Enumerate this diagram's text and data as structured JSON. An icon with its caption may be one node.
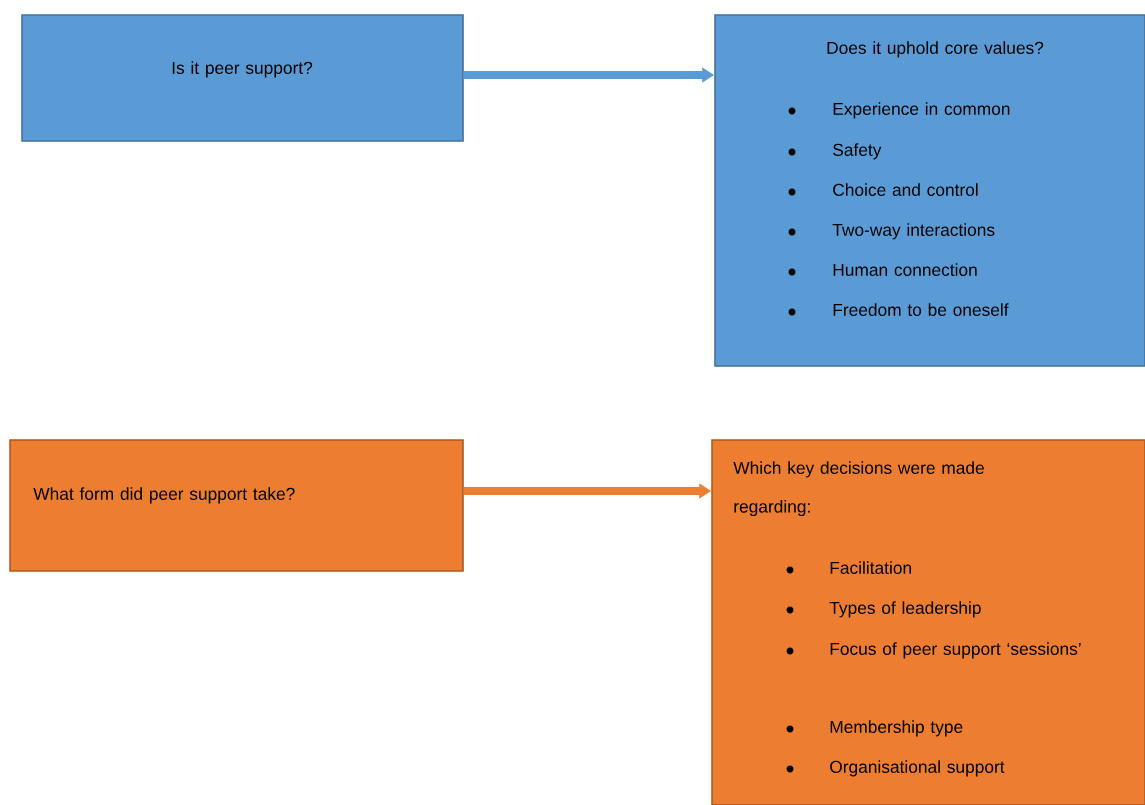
{
  "diagram": {
    "nodes": [
      {
        "text": [
          "Is it peer support?"
        ]
      },
      {
        "text": [
          "Does it uphold core values?",
          "Experience in common",
          "Safety",
          "Choice and control",
          "Two-way interactions",
          "Human connection",
          "Freedom to be oneself"
        ]
      },
      {
        "text": [
          "What form did peer support take?"
        ]
      },
      {
        "text": [
          "Which key decisions were made regarding:",
          "Facilitation",
          "Types of leadership",
          "Focus of peer support ‘sessions’",
          "Membership type",
          "Organisational support"
        ]
      }
    ],
    "edges": [
      {
        "from": 0,
        "to": 1,
        "arrow": "to",
        "color": "#5b9bd5"
      },
      {
        "from": 2,
        "to": 3,
        "arrow": "to",
        "color": "#ed7d31"
      }
    ]
  }
}
